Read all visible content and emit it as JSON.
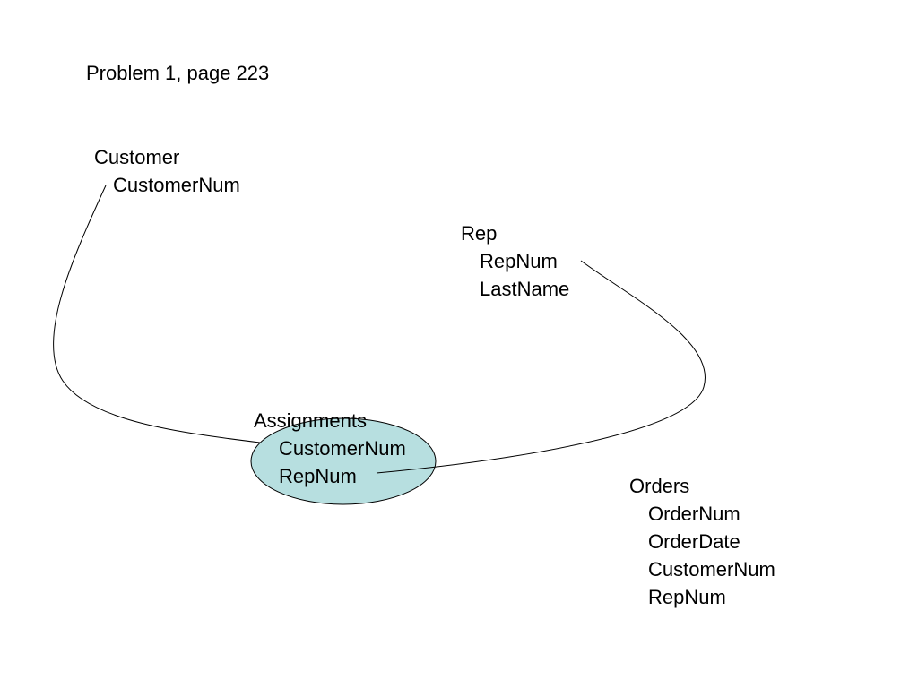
{
  "title": "Problem 1, page 223",
  "highlight_color": "#b7dfe0",
  "entities": {
    "customer": {
      "name": "Customer",
      "attributes": [
        "CustomerNum"
      ]
    },
    "rep": {
      "name": "Rep",
      "attributes": [
        "RepNum",
        "LastName"
      ]
    },
    "assignments": {
      "name": "Assignments",
      "attributes": [
        "CustomerNum",
        "RepNum"
      ]
    },
    "orders": {
      "name": "Orders",
      "attributes": [
        "OrderNum",
        "OrderDate",
        "CustomerNum",
        "RepNum"
      ]
    }
  }
}
